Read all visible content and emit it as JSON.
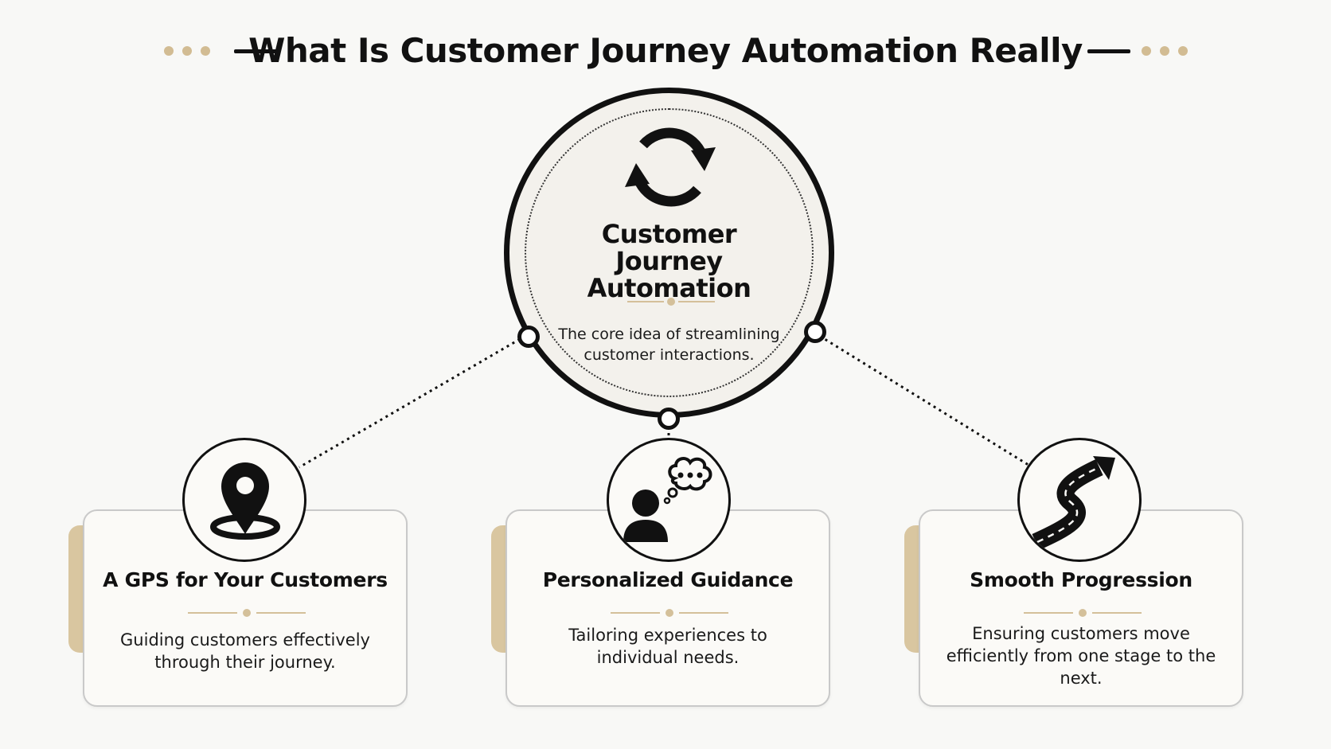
{
  "header": {
    "title": "What Is Customer Journey Automation Really"
  },
  "core": {
    "title_lines": [
      "Customer",
      "Journey",
      "Automation"
    ],
    "description": "The core idea of streamlining customer interactions.",
    "icon": "refresh-cycle-icon"
  },
  "cards": [
    {
      "title": "A GPS for Your Customers",
      "description": "Guiding customers effectively through their journey.",
      "icon": "map-pin-icon"
    },
    {
      "title": "Personalized Guidance",
      "description": "Tailoring experiences to individual needs.",
      "icon": "person-thought-bubble-icon"
    },
    {
      "title": "Smooth Progression",
      "description": "Ensuring customers move efficiently from one stage to the next.",
      "icon": "winding-road-arrow-icon"
    }
  ],
  "colors": {
    "accent": "#d9c6a0",
    "ink": "#111111",
    "background": "#f8f8f6"
  }
}
